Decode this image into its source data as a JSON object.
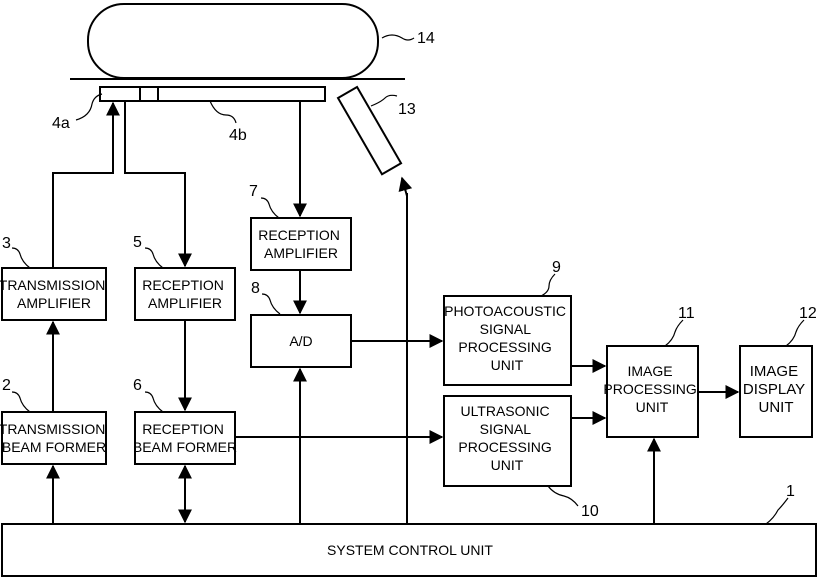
{
  "refs": {
    "r1": "1",
    "r2": "2",
    "r3": "3",
    "r4a": "4a",
    "r4b": "4b",
    "r5": "5",
    "r6": "6",
    "r7": "7",
    "r8": "8",
    "r9": "9",
    "r10": "10",
    "r11": "11",
    "r12": "12",
    "r13": "13",
    "r14": "14"
  },
  "blocks": {
    "transmission_amplifier": [
      "TRANSMISSION",
      "AMPLIFIER"
    ],
    "transmission_beam_former": [
      "TRANSMISSION",
      "BEAM FORMER"
    ],
    "reception_amplifier_5": [
      "RECEPTION",
      "AMPLIFIER"
    ],
    "reception_beam_former": [
      "RECEPTION",
      "BEAM FORMER"
    ],
    "reception_amplifier_7": [
      "RECEPTION",
      "AMPLIFIER"
    ],
    "ad": "A/D",
    "photoacoustic_unit": [
      "PHOTOACOUSTIC",
      "SIGNAL",
      "PROCESSING",
      "UNIT"
    ],
    "ultrasonic_unit": [
      "ULTRASONIC",
      "SIGNAL",
      "PROCESSING",
      "UNIT"
    ],
    "image_processing_unit": [
      "IMAGE",
      "PROCESSING",
      "UNIT"
    ],
    "image_display_unit": [
      "IMAGE",
      "DISPLAY",
      "UNIT"
    ],
    "system_control_unit": "SYSTEM CONTROL UNIT"
  }
}
